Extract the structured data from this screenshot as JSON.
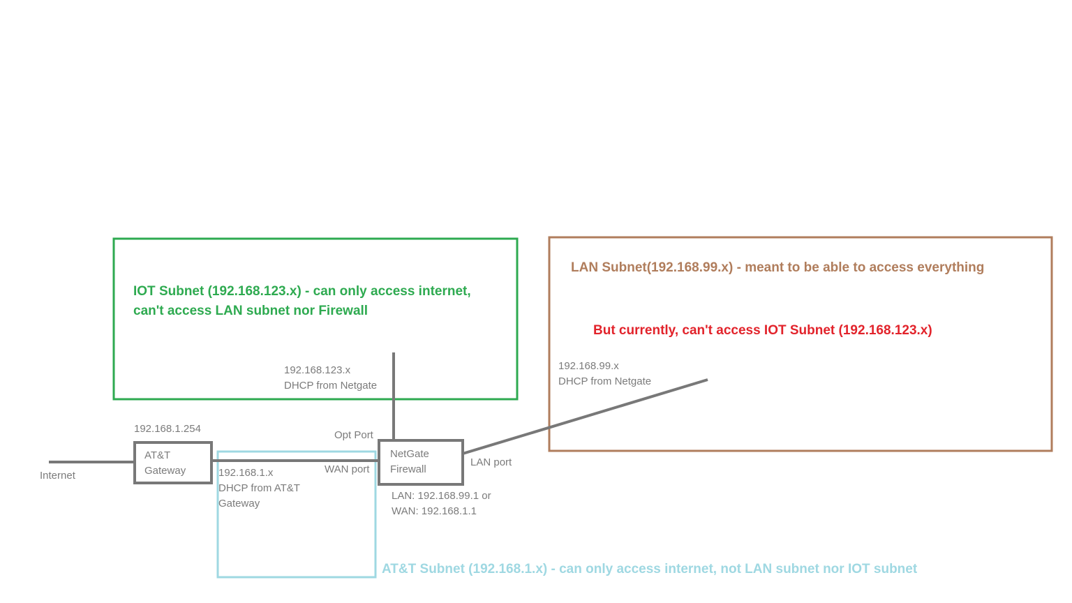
{
  "colors": {
    "device": "#787878",
    "iot_subnet": "#2eaa50",
    "lan_subnet": "#b07d5c",
    "att_subnet": "#9fd8e2",
    "alert": "#e2232b",
    "label": "#7b7b7b"
  },
  "subnets": {
    "iot": {
      "line1": "IOT Subnet (192.168.123.x) - can only access internet,",
      "line2": "can't access LAN subnet nor Firewall",
      "ip": "192.168.123.x",
      "dhcp": "DHCP from Netgate"
    },
    "lan": {
      "title": "LAN Subnet(192.168.99.x) - meant to be able to access everything",
      "alert": "But currently, can't access IOT Subnet (192.168.123.x)",
      "ip": "192.168.99.x",
      "dhcp": "DHCP from Netgate"
    },
    "att": {
      "title": "AT&T Subnet (192.168.1.x) - can only access internet, not LAN subnet nor IOT subnet",
      "ip": "192.168.1.x",
      "dhcp_line1": "DHCP from AT&T",
      "dhcp_line2": "Gateway"
    }
  },
  "devices": {
    "gateway": {
      "ip": "192.168.1.254",
      "line1": "AT&T",
      "line2": "Gateway"
    },
    "firewall": {
      "line1": "NetGate",
      "line2": "Firewall"
    }
  },
  "ports": {
    "opt": "Opt Port",
    "wan": "WAN port",
    "lan": "LAN port"
  },
  "internet": "Internet",
  "firewall_addresses": {
    "lan": "LAN: 192.168.99.1 or",
    "wan": "WAN: 192.168.1.1"
  }
}
